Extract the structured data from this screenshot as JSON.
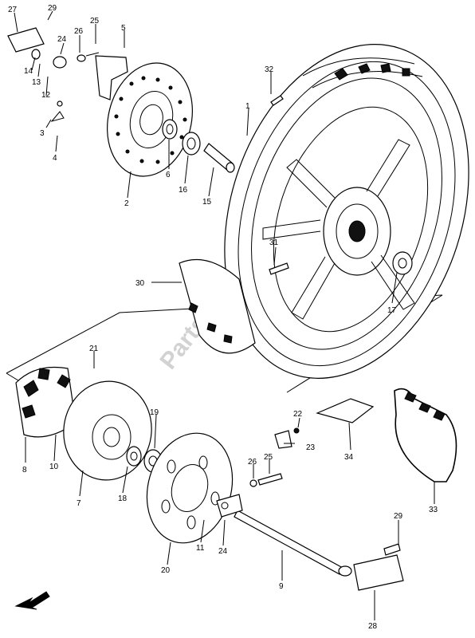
{
  "watermark": "Partsrepublik",
  "labels": {
    "p1": "1",
    "p2": "2",
    "p3": "3",
    "p4": "4",
    "p5": "5",
    "p6": "6",
    "p7": "7",
    "p8": "8",
    "p9": "9",
    "p10": "10",
    "p11": "11",
    "p12": "12",
    "p13": "13",
    "p14": "14",
    "p15": "15",
    "p16": "16",
    "p17": "17",
    "p18": "18",
    "p19": "19",
    "p20": "20",
    "p21": "21",
    "p22": "22",
    "p23": "23",
    "p24": "24",
    "p25": "25",
    "p26": "26",
    "p27": "27",
    "p28": "28",
    "p29": "29",
    "p30": "30",
    "p31": "31",
    "p32": "32",
    "p33": "33",
    "p34": "34",
    "p24b": "24",
    "p25b": "25",
    "p26b": "26",
    "p29b": "29"
  }
}
